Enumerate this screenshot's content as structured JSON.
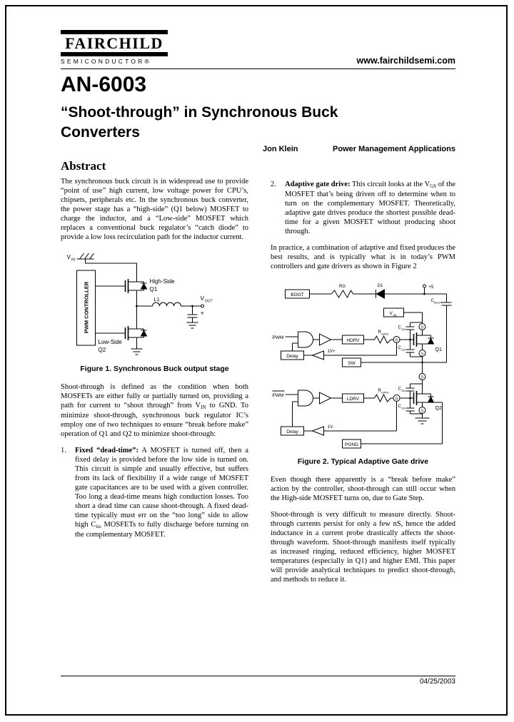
{
  "header": {
    "logo": "FAIRCHILD",
    "logo_sub": "SEMICONDUCTOR®",
    "website": "www.fairchildsemi.com"
  },
  "title_block": {
    "doc_number": "AN-6003",
    "title_line1": "“Shoot-through” in Synchronous Buck",
    "title_line2": "Converters",
    "author": "Jon Klein",
    "department": "Power Management Applications"
  },
  "left_column": {
    "abstract_heading": "Abstract",
    "abstract_body": "The synchronous buck circuit is in widespread use to provide “point of use” high current, low voltage power for CPU’s, chipsets, peripherals etc.  In the synchronous buck converter, the power stage has a “high-side” (Q1 below) MOSFET to charge the inductor, and a “Low-side” MOSFET which replaces a conventional buck regulator’s “catch diode” to provide a low loss recirculation path for the inductor current.",
    "para2_a": "Shoot-through is defined as the condition when both MOSFETs are either fully or partially turned on, providing a path for current to “shoot through” from V",
    "para2_sub": "IN",
    "para2_b": " to GND.  To minimize shoot-through, synchronous buck regulator IC’s employ one of two techniques to ensure “break before make” operation of Q1 and Q2 to minimize shoot-through:",
    "item1_num": "1.",
    "item1_bold": "Fixed “dead-time”:",
    "item1_a": "  A MOSFET is turned off, then a fixed delay is provided before the low side is turned on.   This circuit is simple and usually effective, but suffers from its lack of flexibility if a wide range of MOSFET gate capacitances are to be used with a given controller.  Too long a dead-time means high conduction losses.  Too short a dead time can cause shoot-through.  A fixed dead-time typically must err on the “too long” side to allow high C",
    "item1_sub": "iss",
    "item1_b": " MOSFETs to fully discharge before turning on the complementary MOSFET."
  },
  "right_column": {
    "item2_num": "2.",
    "item2_bold": "Adaptive gate drive:",
    "item2_a": "  This circuit looks at the V",
    "item2_sub": "GS",
    "item2_b": " of the MOSFET that’s being driven off to determine when to turn on the complementary MOSFET.  Theoretically, adaptive gate drives produce the shortest possible dead-time for a given MOSFET without producing shoot through.",
    "para1": "In practice, a combination of adaptive and fixed produces the best results, and is typically what is in today’s PWM controllers and gate drivers as shown in Figure 2",
    "para2": "Even though there apparently is a “break before make” action by the controller, shoot-through can still occur when the High-side MOSFET turns on, due to Gate Step.",
    "para3": "Shoot-through is very difficult to measure directly.  Shoot-through currents persist for only a few nS, hence the added inductance in a current probe drastically affects the shoot-through waveform.  Shoot-through manifests itself typically as increased ringing, reduced efficiency, higher MOSFET temperatures (especially in Q1) and higher EMI.  This paper will provide analytical techniques to predict shoot-through, and methods to reduce it."
  },
  "figure1": {
    "caption": "Figure 1.  Synchronous Buck output stage",
    "labels": {
      "vin_main": "V",
      "vin_sub": "IN",
      "pwm_controller": "PWM CONTROLLER",
      "high_side": "High-Side",
      "q1": "Q1",
      "l1": "L1",
      "vout_main": "V",
      "vout_sub": "OUT",
      "plus": "+",
      "low_side": "Low-Side",
      "q2": "Q2"
    }
  },
  "figure2": {
    "caption": "Figure 2.  Typical Adaptive Gate drive",
    "labels": {
      "boot": "BOOT",
      "rg": "RG",
      "d1": "D1",
      "plus5": "+5",
      "cboot_main": "C",
      "cboot_sub": "BOOT",
      "vin_main": "V",
      "vin_sub": "IN",
      "pwm": "PWM",
      "hdrv": "HDRV",
      "rgate_main": "R",
      "rgate_sub": "GATE",
      "cgd_main": "C",
      "cgd_sub": "GD",
      "cgs_main": "C",
      "cgs_sub": "GS",
      "g": "G",
      "d": "D",
      "s": "S",
      "q1": "Q1",
      "comp_hi": "1V+",
      "sw": "SW",
      "delay": "Delay",
      "pwm_bar": "PWM",
      "ldrv": "LDRV",
      "q2": "Q2",
      "comp_lo": "1V-",
      "pgnd": "PGND"
    }
  },
  "footer": {
    "date": "04/25/2003"
  }
}
